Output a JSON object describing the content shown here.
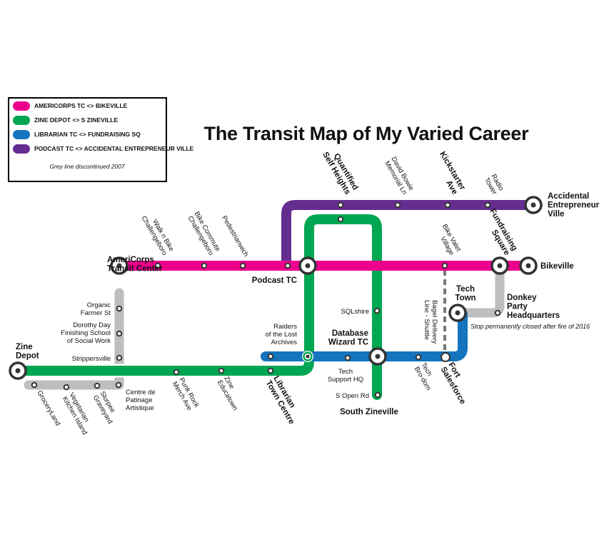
{
  "title": "The Transit Map of My Varied Career",
  "colors": {
    "pink": "#ec008c",
    "green": "#00a651",
    "blue": "#1474bd",
    "purple": "#662d91",
    "grey": "#bcbec0",
    "dark": "#333333"
  },
  "legend": {
    "items": [
      {
        "label": "AMERICORPS TC <> BIKEVILLE",
        "color": "#ec008c"
      },
      {
        "label": "ZINE DEPOT <> S ZINEVILLE",
        "color": "#00a651"
      },
      {
        "label": "LIBRARIAN TC <> FUNDRAISING SQ",
        "color": "#1474bd"
      },
      {
        "label": "PODCAST TC <> ACCIDENTAL ENTREPRENEUR VILLE",
        "color": "#662d91"
      }
    ],
    "note": "Grey line discontinued 2007"
  },
  "stations": {
    "americorps_tc": [
      "AmeriCorps",
      "Transit Center"
    ],
    "walk_n_bike": [
      "Walk n Bike",
      "Challengeboro"
    ],
    "bike_commute": [
      "Bike Commute",
      "Challengeboro"
    ],
    "pedestrianwich": [
      "Pedestrianwich"
    ],
    "podcast_tc": [
      "Podcast TC"
    ],
    "bike_valet": [
      "Bike Valet",
      "Village"
    ],
    "fundraising_sq": [
      "Fundraising",
      "Square"
    ],
    "bikeville": [
      "Bikeville"
    ],
    "quantified": [
      "Quantified",
      "Self Heights"
    ],
    "bowie": [
      "David Bowie",
      "Memorial Ln"
    ],
    "kickstarter": [
      "Kickstarter",
      "Ave"
    ],
    "radio": [
      "Radio",
      "Tower"
    ],
    "accidental": [
      "Accidental",
      "Entrepreneur",
      "Ville"
    ],
    "zine_depot": [
      "Zine",
      "Depot"
    ],
    "punk_rock": [
      "Punk Rock",
      "Merch Ave"
    ],
    "zine_educatown": [
      "Zine",
      "Educatown"
    ],
    "librarian": [
      "Librarian",
      "Town Centre"
    ],
    "raiders": [
      "Raiders",
      "of the Lost",
      "Archives"
    ],
    "sqlshire": [
      "SQLshire"
    ],
    "db_wizard": [
      "Database",
      "Wizard TC"
    ],
    "s_open": [
      "S Open Rd"
    ],
    "south_zineville": [
      "South Zineville"
    ],
    "tech_support": [
      "Tech",
      "Support HQ"
    ],
    "tech_brodom": [
      "Tech",
      "Bro-dom"
    ],
    "fort_salesforce": [
      "Fort",
      "Salesforce"
    ],
    "tech_town": [
      "Tech",
      "Town"
    ],
    "donkey": [
      "Donkey",
      "Party",
      "Headquarters"
    ],
    "organic": [
      "Organic",
      "Farmer St"
    ],
    "dorothy": [
      "Dorothy Day",
      "Finishing School",
      "of Social Work"
    ],
    "strippersville": [
      "Strippersville"
    ],
    "patinage": [
      "Centre de",
      "Patinage",
      "Artistique"
    ],
    "slurpee": [
      "Slurpee",
      "Graveyard"
    ],
    "vegetarian": [
      "Vegetarian",
      "Kitchen Island"
    ],
    "groceryland": [
      "GroceryLand"
    ]
  },
  "notes": {
    "bagel_line": [
      "Bagel Delivery",
      "Line - Shuttle"
    ],
    "closed_stop": "Stop permanently closed after fire of 2016"
  }
}
